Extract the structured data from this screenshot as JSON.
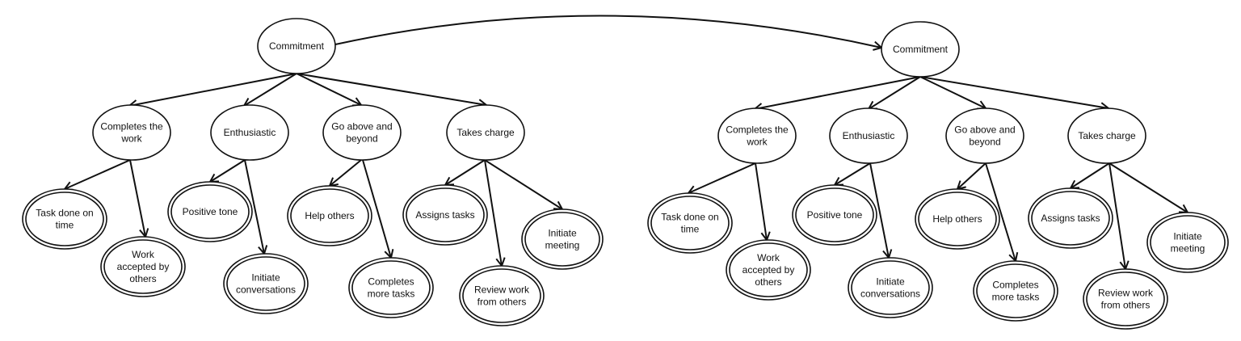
{
  "trees": [
    {
      "root": {
        "id": "commit",
        "label": [
          "Commitment"
        ]
      },
      "categories": [
        {
          "id": "complete",
          "label": [
            "Completes the",
            "work"
          ]
        },
        {
          "id": "enthusiastic",
          "label": [
            "Enthusiastic"
          ]
        },
        {
          "id": "above",
          "label": [
            "Go above and",
            "beyond"
          ]
        },
        {
          "id": "charge",
          "label": [
            "Takes charge"
          ]
        }
      ],
      "outcomes": [
        {
          "id": "taskdone",
          "parent": "complete",
          "label": [
            "Task done on",
            "time"
          ]
        },
        {
          "id": "accepted",
          "parent": "complete",
          "label": [
            "Work",
            "accepted by",
            "others"
          ]
        },
        {
          "id": "positive",
          "parent": "enthusiastic",
          "label": [
            "Positive tone"
          ]
        },
        {
          "id": "initconv",
          "parent": "enthusiastic",
          "label": [
            "Initiate",
            "conversations"
          ]
        },
        {
          "id": "help",
          "parent": "above",
          "label": [
            "Help others"
          ]
        },
        {
          "id": "moretasks",
          "parent": "above",
          "label": [
            "Completes",
            "more tasks"
          ]
        },
        {
          "id": "assigns",
          "parent": "charge",
          "label": [
            "Assigns tasks"
          ]
        },
        {
          "id": "review",
          "parent": "charge",
          "label": [
            "Review work",
            "from others"
          ]
        },
        {
          "id": "meeting",
          "parent": "charge",
          "label": [
            "Initiate",
            "meeting"
          ]
        }
      ]
    },
    {
      "root": {
        "id": "commit",
        "label": [
          "Commitment"
        ]
      },
      "categories": [
        {
          "id": "complete",
          "label": [
            "Completes the",
            "work"
          ]
        },
        {
          "id": "enthusiastic",
          "label": [
            "Enthusiastic"
          ]
        },
        {
          "id": "above",
          "label": [
            "Go above and",
            "beyond"
          ]
        },
        {
          "id": "charge",
          "label": [
            "Takes charge"
          ]
        }
      ],
      "outcomes": [
        {
          "id": "taskdone",
          "parent": "complete",
          "label": [
            "Task done on",
            "time"
          ]
        },
        {
          "id": "accepted",
          "parent": "complete",
          "label": [
            "Work",
            "accepted by",
            "others"
          ]
        },
        {
          "id": "positive",
          "parent": "enthusiastic",
          "label": [
            "Positive tone"
          ]
        },
        {
          "id": "initconv",
          "parent": "enthusiastic",
          "label": [
            "Initiate",
            "conversations"
          ]
        },
        {
          "id": "help",
          "parent": "above",
          "label": [
            "Help others"
          ]
        },
        {
          "id": "moretasks",
          "parent": "above",
          "label": [
            "Completes",
            "more tasks"
          ]
        },
        {
          "id": "assigns",
          "parent": "charge",
          "label": [
            "Assigns tasks"
          ]
        },
        {
          "id": "review",
          "parent": "charge",
          "label": [
            "Review work",
            "from others"
          ]
        },
        {
          "id": "meeting",
          "parent": "charge",
          "label": [
            "Initiate",
            "meeting"
          ]
        }
      ]
    }
  ],
  "link": {
    "from": "tree-1.commit",
    "to": "tree-2.commit"
  }
}
